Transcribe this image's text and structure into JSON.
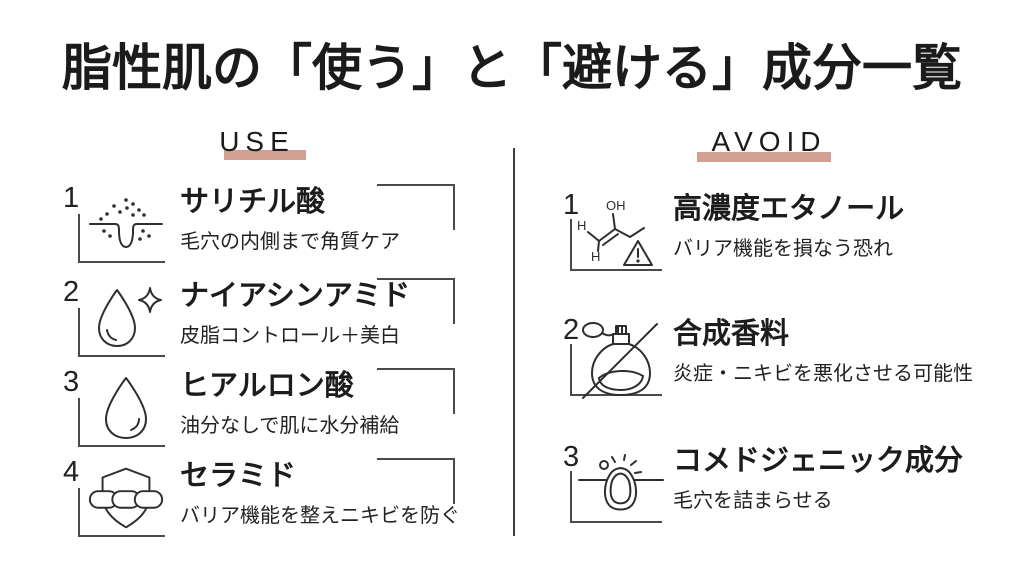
{
  "page": {
    "title": "脂性肌の「使う」と「避ける」成分一覧"
  },
  "colors": {
    "accent_underline": "#d2a093",
    "text": "#1c1c1c",
    "line": "#4a4a4a"
  },
  "use_column": {
    "header": "USE",
    "items": [
      {
        "number": "1",
        "name": "サリチル酸",
        "desc": "毛穴の内側まで角質ケア",
        "icon": "pore-exfoliate-icon"
      },
      {
        "number": "2",
        "name": "ナイアシンアミド",
        "desc": "皮脂コントロール＋美白",
        "icon": "droplet-sparkle-icon"
      },
      {
        "number": "3",
        "name": "ヒアルロン酸",
        "desc": "油分なしで肌に水分補給",
        "icon": "water-droplet-icon"
      },
      {
        "number": "4",
        "name": "セラミド",
        "desc": "バリア機能を整えニキビを防ぐ",
        "icon": "shield-chain-icon"
      }
    ]
  },
  "avoid_column": {
    "header": "AVOID",
    "items": [
      {
        "number": "1",
        "name": "高濃度エタノール",
        "desc": "バリア機能を損なう恐れ",
        "icon": "ethanol-warning-icon",
        "icon_labels": {
          "oh": "OH",
          "h1": "H",
          "h2": "H"
        }
      },
      {
        "number": "2",
        "name": "合成香料",
        "desc": "炎症・ニキビを悪化させる可能性",
        "icon": "no-perfume-icon"
      },
      {
        "number": "3",
        "name": "コメドジェニック成分",
        "desc": "毛穴を詰まらせる",
        "icon": "clogged-pore-icon"
      }
    ]
  }
}
